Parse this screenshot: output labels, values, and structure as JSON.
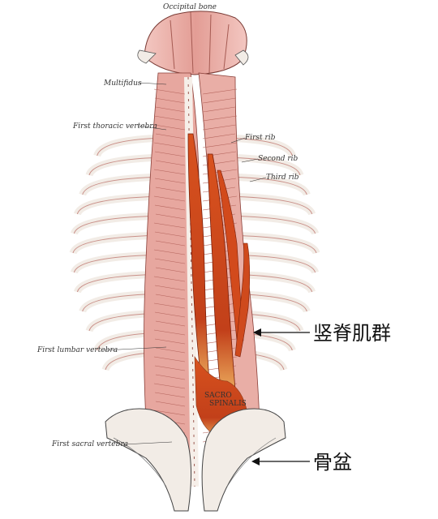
{
  "labels": {
    "occipital_bone": "Occipital bone",
    "multifidus": "Multifidus",
    "first_thoracic_vertebra": "First thoracic vertebra",
    "first_rib": "First rib",
    "second_rib": "Second rib",
    "third_rib": "Third rib",
    "first_lumbar_vertebra": "First lumbar vertebra",
    "first_sacral_vertebra": "First sacral vertebra",
    "sacro_spinalis": [
      "SACRO",
      "SPINALIS"
    ]
  },
  "callouts": {
    "erector_spinae": "竖脊肌群",
    "pelvis": "骨盆"
  },
  "colors": {
    "muscle_pink": "#e8a9a2",
    "muscle_dark": "#b5594f",
    "erector_red": "#c8441c",
    "erector_orange": "#e58a3c",
    "bone": "#f2ece6",
    "line": "#222222"
  }
}
